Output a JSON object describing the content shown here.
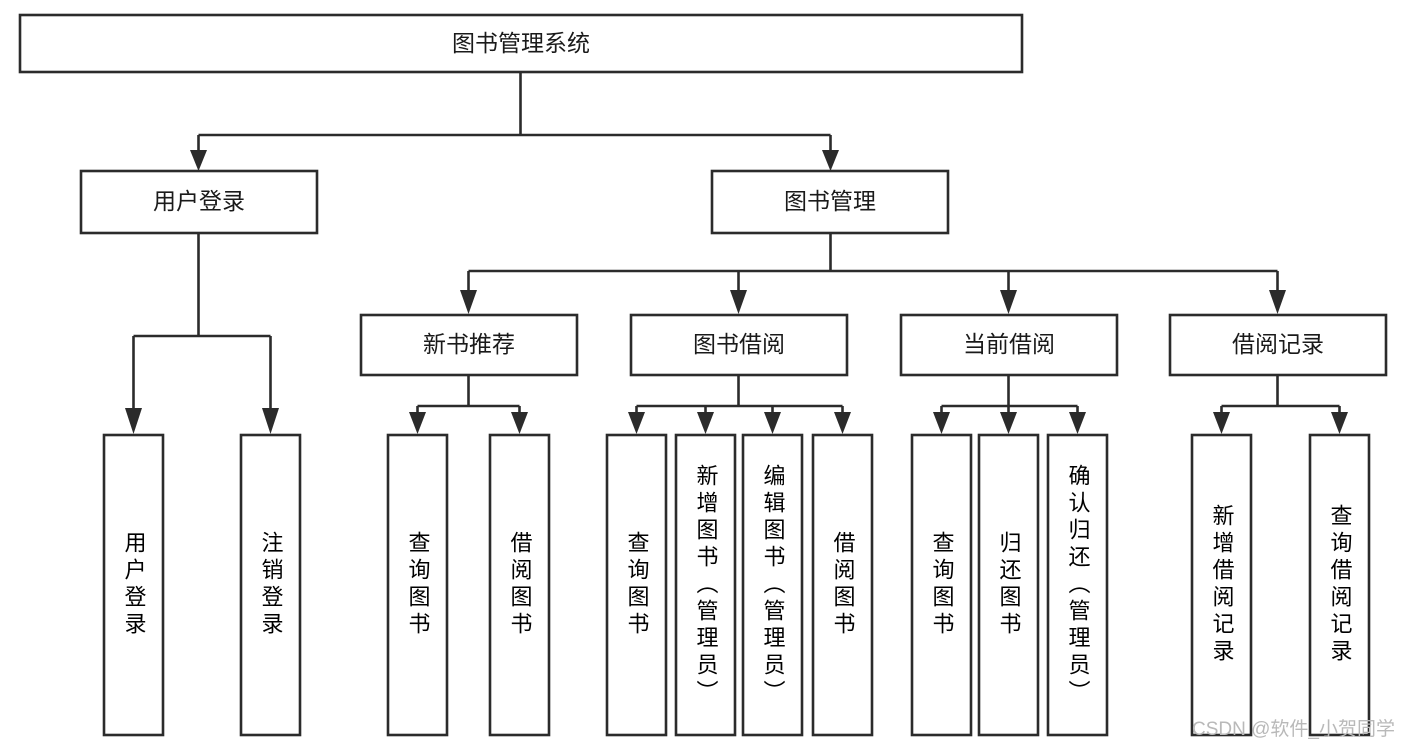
{
  "diagram": {
    "title": "图书管理系统",
    "type": "tree-hierarchy-flowchart",
    "root": {
      "id": "root",
      "label": "图书管理系统",
      "orientation": "horizontal"
    },
    "level2": [
      {
        "id": "user-login",
        "label": "用户登录",
        "orientation": "horizontal"
      },
      {
        "id": "book-manage",
        "label": "图书管理",
        "orientation": "horizontal"
      }
    ],
    "level3": [
      {
        "id": "new-book-recommend",
        "label": "新书推荐",
        "orientation": "horizontal",
        "parent": "book-manage"
      },
      {
        "id": "book-borrow",
        "label": "图书借阅",
        "orientation": "horizontal",
        "parent": "book-manage"
      },
      {
        "id": "current-borrow",
        "label": "当前借阅",
        "orientation": "horizontal",
        "parent": "book-manage"
      },
      {
        "id": "borrow-record",
        "label": "借阅记录",
        "orientation": "horizontal",
        "parent": "book-manage"
      }
    ],
    "leaves": [
      {
        "id": "leaf-user-login",
        "label": "用户登录",
        "orientation": "vertical",
        "parent": "user-login"
      },
      {
        "id": "leaf-user-logout",
        "label": "注销登录",
        "orientation": "vertical",
        "parent": "user-login"
      },
      {
        "id": "leaf-query-book-1",
        "label": "查询图书",
        "orientation": "vertical",
        "parent": "new-book-recommend"
      },
      {
        "id": "leaf-borrow-book-1",
        "label": "借阅图书",
        "orientation": "vertical",
        "parent": "new-book-recommend"
      },
      {
        "id": "leaf-query-book-2",
        "label": "查询图书",
        "orientation": "vertical",
        "parent": "book-borrow"
      },
      {
        "id": "leaf-add-book",
        "label": "新增图书（管理员）",
        "orientation": "vertical",
        "parent": "book-borrow"
      },
      {
        "id": "leaf-edit-book",
        "label": "编辑图书（管理员）",
        "orientation": "vertical",
        "parent": "book-borrow"
      },
      {
        "id": "leaf-borrow-book-2",
        "label": "借阅图书",
        "orientation": "vertical",
        "parent": "book-borrow"
      },
      {
        "id": "leaf-query-book-3",
        "label": "查询图书",
        "orientation": "vertical",
        "parent": "current-borrow"
      },
      {
        "id": "leaf-return-book",
        "label": "归还图书",
        "orientation": "vertical",
        "parent": "current-borrow"
      },
      {
        "id": "leaf-confirm-return",
        "label": "确认归还（管理员）",
        "orientation": "vertical",
        "parent": "current-borrow"
      },
      {
        "id": "leaf-add-record",
        "label": "新增借阅记录",
        "orientation": "vertical",
        "parent": "borrow-record"
      },
      {
        "id": "leaf-query-record",
        "label": "查询借阅记录",
        "orientation": "vertical",
        "parent": "borrow-record"
      }
    ],
    "colors": {
      "stroke": "#2b2b2b",
      "fill": "#ffffff",
      "text": "#1a1a1a",
      "watermark": "#b9b9b9"
    }
  },
  "watermark": {
    "text": "CSDN @软件_小贺同学"
  }
}
